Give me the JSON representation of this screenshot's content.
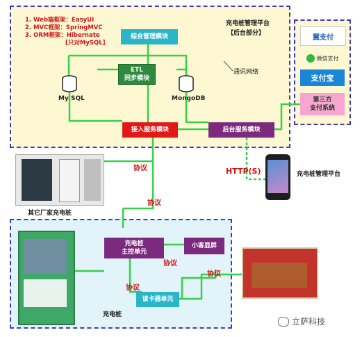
{
  "diagram": {
    "platform": {
      "title": "充电桩管理平台",
      "subtitle": "【后台部分】",
      "tech_notes": [
        "1. Web端框架：EasyUI",
        "2. MVC框架：SpringMVC",
        "3. ORM框架：Hibernate",
        "[只对MySQL]"
      ],
      "network_label": "通讯网络"
    },
    "modules": {
      "integrated": "综合管理模块",
      "etl": "ETL\n同步模块",
      "mysql": "My SQL",
      "mongodb": "MongoDB",
      "access": "接入服务模块",
      "backend_service": "后台服务模块",
      "main_control": "充电桩\n主控单元",
      "display": "小客显屏",
      "card_reader": "读卡器单元"
    },
    "payment": {
      "items": [
        "翼支付",
        "微信支付",
        "支付宝"
      ],
      "third_party": "第三方\n支付系统"
    },
    "labels": {
      "http": "HTTP(S)",
      "phone_platform": "充电桩管理平台",
      "other_vendors": "其它厂家充电桩",
      "charging_pile": "充电桩",
      "protocol": "协议"
    },
    "watermark": "立萨科技"
  }
}
